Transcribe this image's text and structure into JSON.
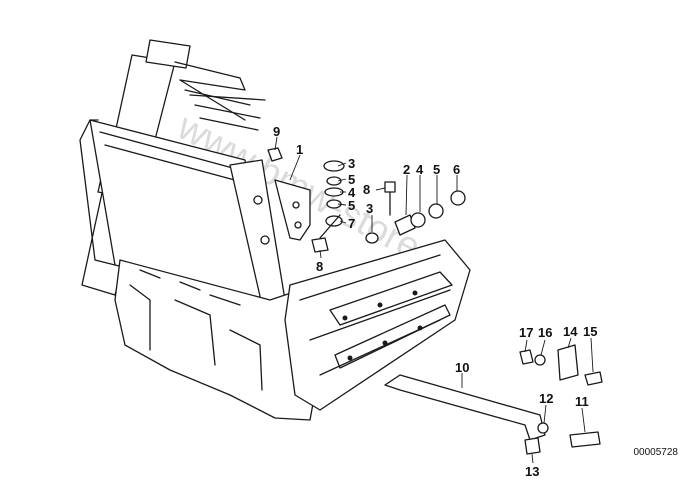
{
  "diagram": {
    "callouts": [
      {
        "id": "c1",
        "label": "1"
      },
      {
        "id": "c2",
        "label": "2"
      },
      {
        "id": "c3a",
        "label": "3"
      },
      {
        "id": "c3b",
        "label": "3"
      },
      {
        "id": "c4a",
        "label": "4"
      },
      {
        "id": "c4b",
        "label": "4"
      },
      {
        "id": "c5a",
        "label": "5"
      },
      {
        "id": "c5b",
        "label": "5"
      },
      {
        "id": "c6",
        "label": "6"
      },
      {
        "id": "c7",
        "label": "7"
      },
      {
        "id": "c8a",
        "label": "8"
      },
      {
        "id": "c8b",
        "label": "8"
      },
      {
        "id": "c9",
        "label": "9"
      },
      {
        "id": "c10",
        "label": "10"
      },
      {
        "id": "c11",
        "label": "11"
      },
      {
        "id": "c12",
        "label": "12"
      },
      {
        "id": "c13",
        "label": "13"
      },
      {
        "id": "c14",
        "label": "14"
      },
      {
        "id": "c15",
        "label": "15"
      },
      {
        "id": "c16",
        "label": "16"
      },
      {
        "id": "c17",
        "label": "17"
      }
    ],
    "watermark": "www.bmw-store.pl",
    "code": "00005728"
  }
}
